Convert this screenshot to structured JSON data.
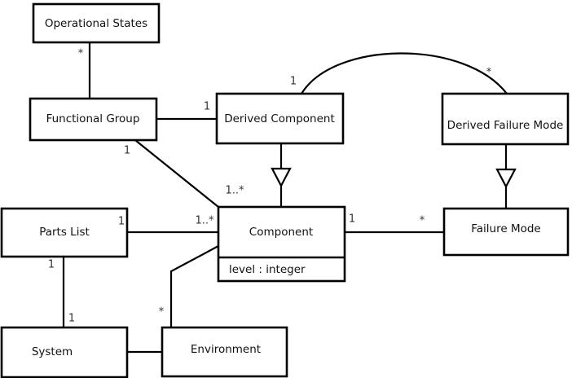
{
  "diagram": {
    "type": "uml-class-diagram",
    "background_color": "#ffffff",
    "line_color": "#000000",
    "text_color": "#111111",
    "classes": [
      {
        "id": "operational-states",
        "name": "Operational States",
        "attributes": []
      },
      {
        "id": "functional-group",
        "name": "Functional Group",
        "attributes": []
      },
      {
        "id": "derived-component",
        "name": "Derived Component",
        "attributes": []
      },
      {
        "id": "derived-failure-mode",
        "name": "Derived Failure Mode",
        "attributes": []
      },
      {
        "id": "parts-list",
        "name": "Parts List",
        "attributes": []
      },
      {
        "id": "component",
        "name": "Component",
        "attributes": [
          "level : integer"
        ]
      },
      {
        "id": "failure-mode",
        "name": "Failure Mode",
        "attributes": []
      },
      {
        "id": "system",
        "name": "System",
        "attributes": []
      },
      {
        "id": "environment",
        "name": "Environment",
        "attributes": []
      }
    ],
    "attributes": {
      "component_level": "level : integer"
    },
    "multiplicities": {
      "operational_states_to_functional_group": "*",
      "functional_group_to_derived_component": "1",
      "functional_group_to_component": "1",
      "component_from_functional_group": "1..*",
      "derived_component_to_derived_failure_mode_source": "1",
      "derived_component_to_derived_failure_mode_target": "*",
      "parts_list_to_component_source": "1",
      "parts_list_to_component_target": "1..*",
      "parts_list_to_system_source": "1",
      "parts_list_to_system_target": "1",
      "component_to_failure_mode_source": "1",
      "component_to_failure_mode_target": "*",
      "component_to_environment": "*"
    },
    "relationships": [
      {
        "from": "Operational States",
        "to": "Functional Group",
        "kind": "association"
      },
      {
        "from": "Functional Group",
        "to": "Derived Component",
        "kind": "association"
      },
      {
        "from": "Functional Group",
        "to": "Component",
        "kind": "association"
      },
      {
        "from": "Derived Component",
        "to": "Derived Failure Mode",
        "kind": "association"
      },
      {
        "from": "Derived Component",
        "to": "Component",
        "kind": "generalization"
      },
      {
        "from": "Derived Failure Mode",
        "to": "Failure Mode",
        "kind": "generalization"
      },
      {
        "from": "Parts List",
        "to": "Component",
        "kind": "association"
      },
      {
        "from": "Parts List",
        "to": "System",
        "kind": "association"
      },
      {
        "from": "Component",
        "to": "Failure Mode",
        "kind": "association"
      },
      {
        "from": "Component",
        "to": "Environment",
        "kind": "association"
      },
      {
        "from": "System",
        "to": "Environment",
        "kind": "association"
      }
    ]
  }
}
